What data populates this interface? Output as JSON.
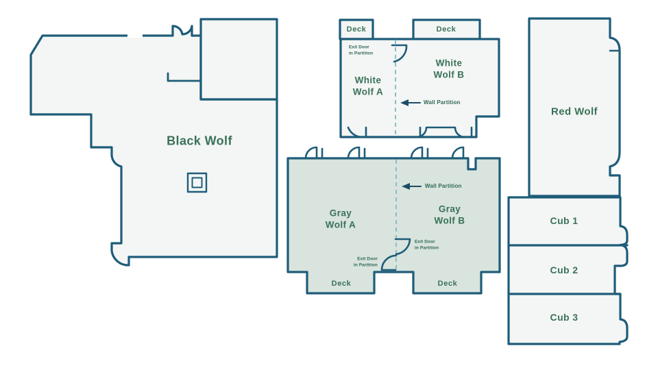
{
  "palette": {
    "wall_color": "#1e5c79",
    "room_fill": "#f3f6f4",
    "highlight_room_fill": "#d8e4dd",
    "label_color": "#3a7159",
    "annotation_color": "#2f6657",
    "partition_dash_color": "#8cbccb",
    "background": "#ffffff"
  },
  "rooms": {
    "black_wolf": {
      "label": "Black Wolf"
    },
    "white_wolf_a": {
      "label": "White\nWolf A"
    },
    "white_wolf_b": {
      "label": "White\nWolf B"
    },
    "gray_wolf_a": {
      "label": "Gray\nWolf A"
    },
    "gray_wolf_b": {
      "label": "Gray\nWolf B"
    },
    "red_wolf": {
      "label": "Red Wolf"
    },
    "cub_1": {
      "label": "Cub 1"
    },
    "cub_2": {
      "label": "Cub 2"
    },
    "cub_3": {
      "label": "Cub 3"
    }
  },
  "decks": {
    "white_wolf_a_deck": "Deck",
    "white_wolf_b_deck": "Deck",
    "gray_wolf_a_deck": "Deck",
    "gray_wolf_b_deck": "Deck"
  },
  "annotations": {
    "white_wall_partition": "Wall Partition",
    "gray_wall_partition": "Wall Partition",
    "white_exit_door": "Exit Door\nin Partition",
    "gray_exit_door_b": "Exit Door\nin Partition",
    "gray_exit_door_a": "Exit Door\nin Partition"
  }
}
